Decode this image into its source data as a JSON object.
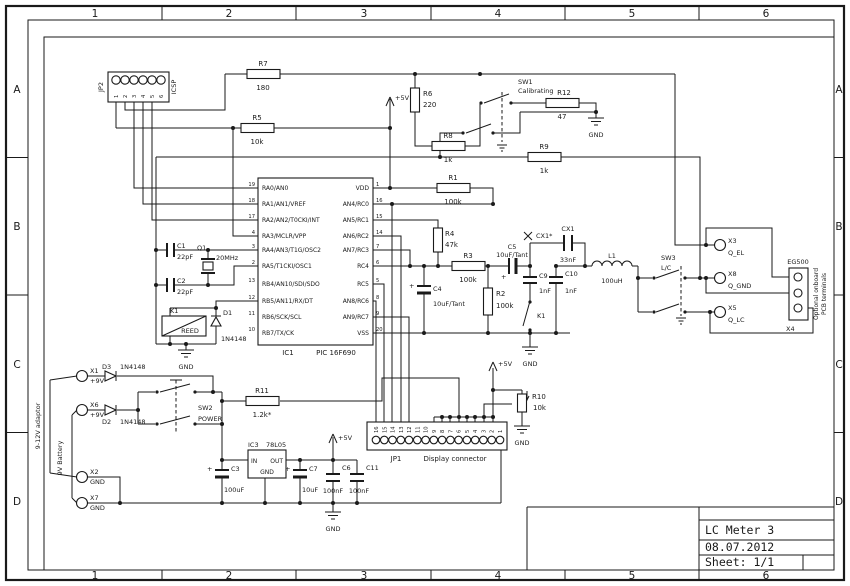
{
  "frame": {
    "columns": [
      "1",
      "2",
      "3",
      "4",
      "5",
      "6"
    ],
    "rows": [
      "A",
      "B",
      "C",
      "D"
    ]
  },
  "title_block": {
    "title": "LC Meter 3",
    "date": "08.07.2012",
    "sheet": "Sheet: 1/1"
  },
  "power": {
    "v5": "+5V",
    "gnd": "GND",
    "plus": "+"
  },
  "annotations": {
    "adaptor": "9-12V adaptor",
    "battery": "9V Battery"
  },
  "ic1": {
    "ref": "IC1",
    "part": "PIC 16F690",
    "left_pins": [
      {
        "num": "19",
        "name": "RA0/AN0"
      },
      {
        "num": "18",
        "name": "RA1/AN1/VREF"
      },
      {
        "num": "17",
        "name": "RA2/AN2/T0CKI/INT"
      },
      {
        "num": "4",
        "name": "RA3/MCLR/VPP"
      },
      {
        "num": "3",
        "name": "RA4/AN3/T1G/OSC2"
      },
      {
        "num": "2",
        "name": "RA5/T1CKI/OSC1"
      },
      {
        "num": "13",
        "name": "RB4/AN10/SDI/SDO"
      },
      {
        "num": "12",
        "name": "RB5/AN11/RX/DT"
      },
      {
        "num": "11",
        "name": "RB6/SCK/SCL"
      },
      {
        "num": "10",
        "name": "RB7/TX/CK"
      }
    ],
    "right_pins": [
      {
        "num": "1",
        "name": "VDD"
      },
      {
        "num": "16",
        "name": "AN4/RC0"
      },
      {
        "num": "15",
        "name": "AN5/RC1"
      },
      {
        "num": "14",
        "name": "AN6/RC2"
      },
      {
        "num": "7",
        "name": "AN7/RC3"
      },
      {
        "num": "6",
        "name": "RC4"
      },
      {
        "num": "5",
        "name": "RC5"
      },
      {
        "num": "8",
        "name": "AN8/RC6"
      },
      {
        "num": "9",
        "name": "AN9/RC7"
      },
      {
        "num": "20",
        "name": "VSS"
      }
    ]
  },
  "ic3": {
    "ref": "IC3",
    "part": "78L05",
    "pin_in": "IN",
    "pin_out": "OUT",
    "pin_gnd": "GND"
  },
  "resistors": {
    "r1": {
      "ref": "R1",
      "value": "100k"
    },
    "r2": {
      "ref": "R2",
      "value": "100k"
    },
    "r3": {
      "ref": "R3",
      "value": "100k"
    },
    "r4": {
      "ref": "R4",
      "value": "47k"
    },
    "r5": {
      "ref": "R5",
      "value": "10k"
    },
    "r6": {
      "ref": "R6",
      "value": "220"
    },
    "r7": {
      "ref": "R7",
      "value": "180"
    },
    "r8": {
      "ref": "R8",
      "value": "1k"
    },
    "r9": {
      "ref": "R9",
      "value": "1k"
    },
    "r10": {
      "ref": "R10",
      "value": "10k"
    },
    "r11": {
      "ref": "R11",
      "value": "1.2k*"
    },
    "r12": {
      "ref": "R12",
      "value": "47"
    }
  },
  "capacitors": {
    "c1": {
      "ref": "C1",
      "value": "22pF"
    },
    "c2": {
      "ref": "C2",
      "value": "22pF"
    },
    "c3": {
      "ref": "C3",
      "value": "100uF"
    },
    "c4": {
      "ref": "C4",
      "value": "10uF/Tant"
    },
    "c5": {
      "ref": "C5",
      "value": "10uF/Tant"
    },
    "c6": {
      "ref": "C6",
      "value": "100nF"
    },
    "c7": {
      "ref": "C7",
      "value": "10uF"
    },
    "c9": {
      "ref": "C9",
      "value": "1nF"
    },
    "c10": {
      "ref": "C10",
      "value": "1nF"
    },
    "c11": {
      "ref": "C11",
      "value": "100nF"
    },
    "cx1": {
      "ref": "CX1",
      "value": "33nF"
    },
    "cx1_star": {
      "ref": "CX1*"
    }
  },
  "semis": {
    "d1": {
      "ref": "D1",
      "value": "1N4148"
    },
    "d2": {
      "ref": "D2",
      "value": "1N4148"
    },
    "d3": {
      "ref": "D3",
      "value": "1N4148"
    },
    "q1": {
      "ref": "Q1",
      "value": "20MHz"
    }
  },
  "inductors": {
    "l1": {
      "ref": "L1",
      "value": "100uH"
    }
  },
  "relay": {
    "coil_ref": "K1",
    "coil_label": "REED",
    "contact_ref": "K1"
  },
  "switches": {
    "sw1": {
      "ref": "SW1",
      "label": "Calibrating"
    },
    "sw2": {
      "ref": "SW2",
      "label": "POWER"
    },
    "sw3": {
      "ref": "SW3",
      "label": "L/C"
    }
  },
  "connectors": {
    "jp2": {
      "ref": "JP2",
      "label": "ICSP",
      "pins": [
        "1",
        "2",
        "3",
        "4",
        "5",
        "6"
      ]
    },
    "jp1": {
      "ref": "JP1",
      "label": "Display connector",
      "pins": [
        "16",
        "15",
        "14",
        "13",
        "12",
        "11",
        "10",
        "9",
        "8",
        "7",
        "6",
        "5",
        "4",
        "3",
        "2",
        "1"
      ]
    },
    "eg500": {
      "label": "EG500",
      "ref": "X4",
      "note1": "Optional onboard",
      "note2": "PCB terminals"
    },
    "x1": {
      "ref": "X1",
      "label": "+9V"
    },
    "x6": {
      "ref": "X6",
      "label": "+9V"
    },
    "x2": {
      "ref": "X2",
      "label": "GND"
    },
    "x7": {
      "ref": "X7",
      "label": "GND"
    },
    "x3": {
      "ref": "X3",
      "label": "Q_EL"
    },
    "x8": {
      "ref": "X8",
      "label": "Q_GND"
    },
    "x5": {
      "ref": "X5",
      "label": "Q_LC"
    }
  }
}
